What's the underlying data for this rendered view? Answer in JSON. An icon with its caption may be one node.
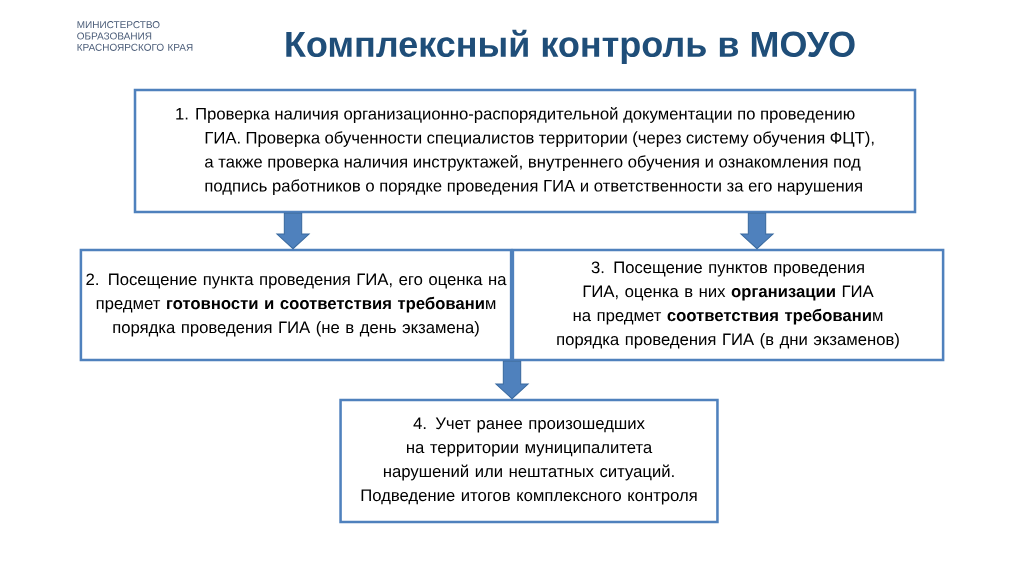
{
  "diagram": {
    "title": "Комплексный контроль в МОУО",
    "nodes": [
      {
        "text": [
          "1. Проверка наличия организационно-распорядительной документации по проведению ГИА. Проверка обученности специалистов территории (через систему обучения ФЦТ), а также проверка наличия инструктажей, внутреннего обучения и ознакомления под подпись работников о порядке проведения ГИА и ответственности за его нарушения"
        ]
      },
      {
        "text": [
          "2. Посещение пункта проведения ГИА, его оценка на предмет **готовности и соответствия требовани**м порядка проведения ГИА (не в день экзамена)"
        ]
      },
      {
        "text": [
          "3. Посещение пунктов проведения ГИА, оценка в них **организации** ГИА на предмет **соответствия требовани**м порядка проведения ГИА (в дни экзаменов)"
        ]
      },
      {
        "text": [
          "4. Учет ранее произошедших на территории муниципалитета нарушений или нештатных ситуаций.",
          "Подведение итогов комплексного контроля"
        ]
      }
    ],
    "edges": [
      {
        "from": 0,
        "to": 1,
        "arrow": "to"
      },
      {
        "from": 0,
        "to": 2,
        "arrow": "to"
      },
      {
        "from": 1,
        "to": 3,
        "arrow": "to"
      },
      {
        "from": 2,
        "to": 3,
        "arrow": "to"
      }
    ],
    "labels": [
      "МИНИСТЕРСТВО ОБРАЗОВАНИЯ КРАСНОЯРСКОГО КРАЯ"
    ]
  }
}
